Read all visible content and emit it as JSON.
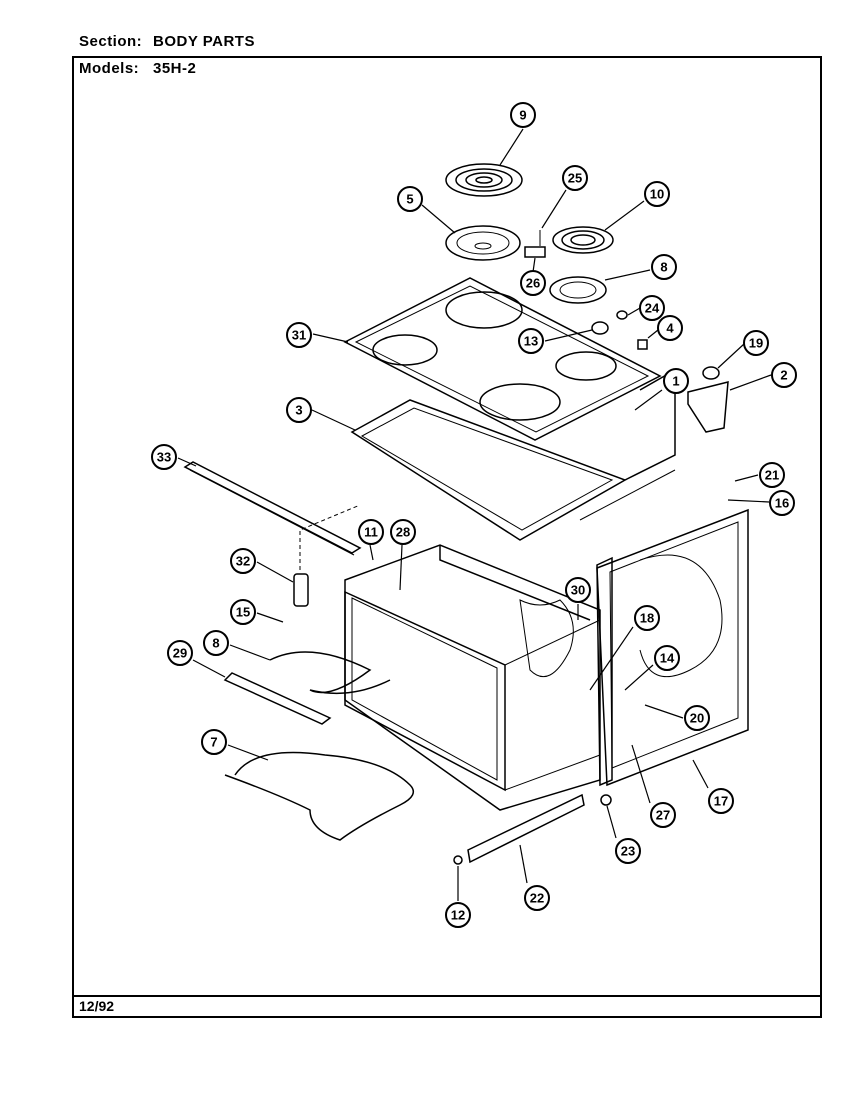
{
  "header": {
    "section_label": "Section:",
    "section_value": "BODY PARTS",
    "models_label": "Models:",
    "models_value": "35H-2"
  },
  "footer": {
    "date": "12/92"
  },
  "callouts": [
    {
      "n": "9"
    },
    {
      "n": "25"
    },
    {
      "n": "10"
    },
    {
      "n": "5"
    },
    {
      "n": "26"
    },
    {
      "n": "8"
    },
    {
      "n": "24"
    },
    {
      "n": "31"
    },
    {
      "n": "13"
    },
    {
      "n": "4"
    },
    {
      "n": "19"
    },
    {
      "n": "1"
    },
    {
      "n": "2"
    },
    {
      "n": "3"
    },
    {
      "n": "33"
    },
    {
      "n": "21"
    },
    {
      "n": "16"
    },
    {
      "n": "11"
    },
    {
      "n": "28"
    },
    {
      "n": "32"
    },
    {
      "n": "30"
    },
    {
      "n": "18"
    },
    {
      "n": "15"
    },
    {
      "n": "8"
    },
    {
      "n": "29"
    },
    {
      "n": "14"
    },
    {
      "n": "20"
    },
    {
      "n": "7"
    },
    {
      "n": "27"
    },
    {
      "n": "17"
    },
    {
      "n": "23"
    },
    {
      "n": "22"
    },
    {
      "n": "12"
    }
  ]
}
